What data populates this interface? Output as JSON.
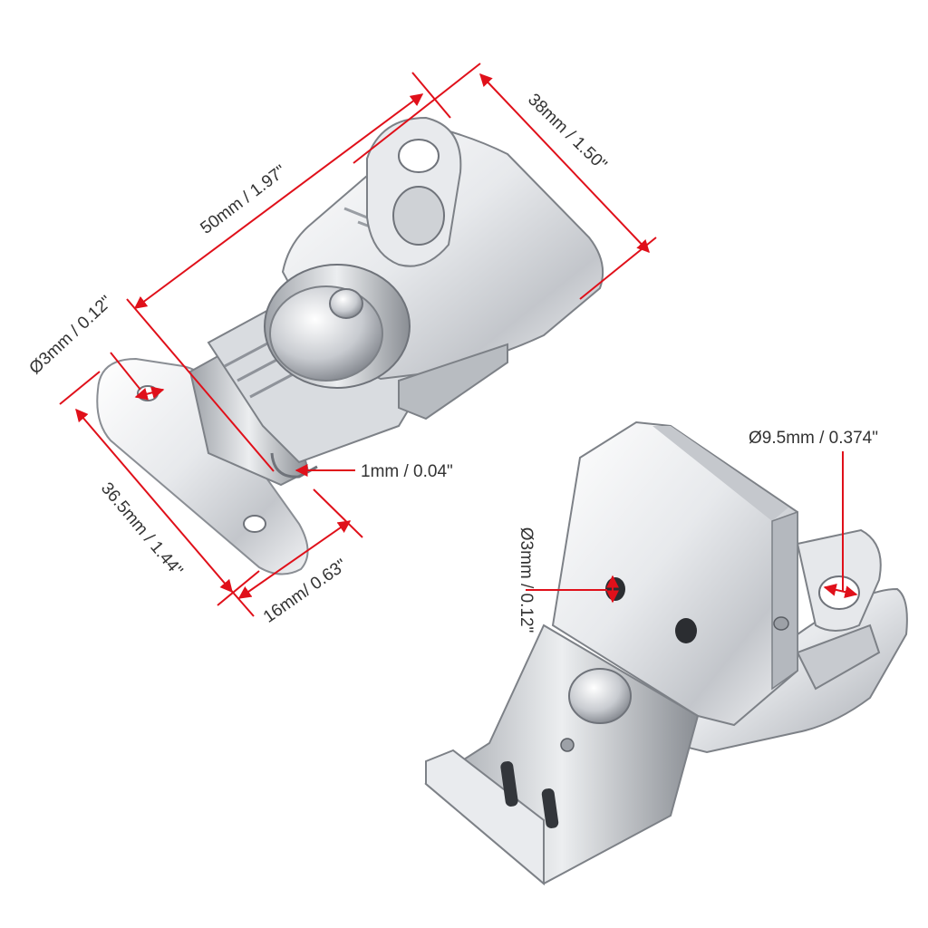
{
  "colors": {
    "dimension_line": "#e0101a",
    "dimension_text": "#333333",
    "metal_light": "#f4f5f7",
    "metal_mid": "#c9ccd1",
    "metal_dark": "#7d8187",
    "background": "#ffffff"
  },
  "dimensions": {
    "length": "50mm / 1.97\"",
    "width": "38mm / 1.50\"",
    "hole_left": "Ø3mm / 0.12\"",
    "plate_length": "36.5mm / 1.44\"",
    "plate_width": "16mm/ 0.63\"",
    "thickness": "1mm / 0.04\"",
    "hole_right": "Ø3mm / 0.12\"",
    "loop_diameter": "Ø9.5mm / 0.374\""
  }
}
